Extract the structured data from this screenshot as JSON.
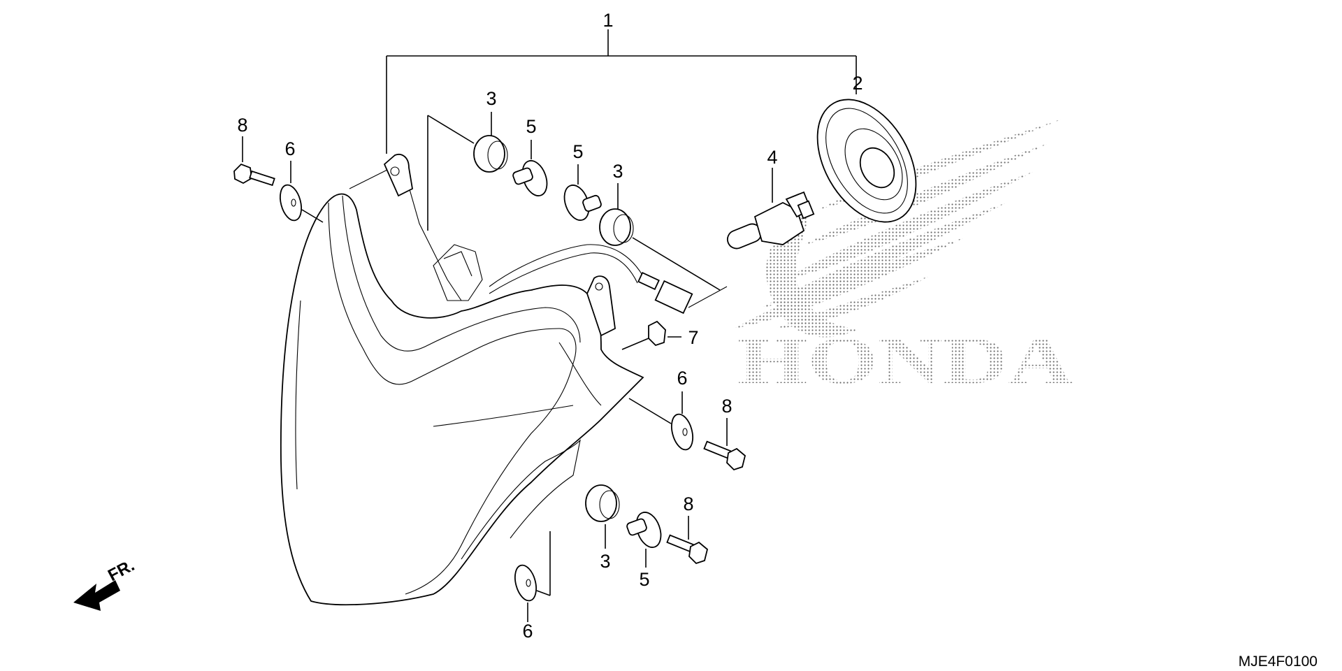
{
  "callouts": [
    {
      "id": "c1",
      "label": "1"
    },
    {
      "id": "c2",
      "label": "2"
    },
    {
      "id": "c3a",
      "label": "3"
    },
    {
      "id": "c3b",
      "label": "3"
    },
    {
      "id": "c3c",
      "label": "3"
    },
    {
      "id": "c4",
      "label": "4"
    },
    {
      "id": "c5a",
      "label": "5"
    },
    {
      "id": "c5b",
      "label": "5"
    },
    {
      "id": "c5c",
      "label": "5"
    },
    {
      "id": "c6a",
      "label": "6"
    },
    {
      "id": "c6b",
      "label": "6"
    },
    {
      "id": "c6c",
      "label": "6"
    },
    {
      "id": "c7",
      "label": "7"
    },
    {
      "id": "c8a",
      "label": "8"
    },
    {
      "id": "c8b",
      "label": "8"
    },
    {
      "id": "c8c",
      "label": "8"
    }
  ],
  "direction_label": "FR.",
  "diagram_code": "MJE4F0100",
  "watermark": "HONDA",
  "icons": [
    "front-direction-arrow-icon",
    "honda-wing-logo-icon"
  ]
}
